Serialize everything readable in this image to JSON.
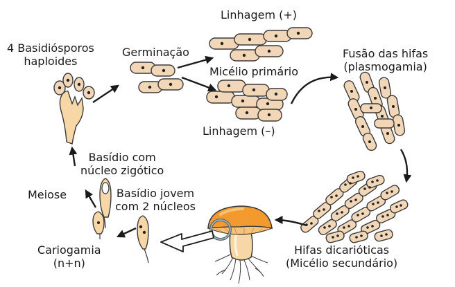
{
  "colors": {
    "cell_fill": "#f1d6b8",
    "outline": "#3a3a3a",
    "arrow": "#1a1a1a",
    "cap_orange": "#f29a2e",
    "cap_light": "#f6c27a",
    "stem": "#f7d7a6"
  },
  "labels": {
    "linhagem_pos": "Linhagem (+)",
    "germinacao": "Germinação",
    "basidiosporos_1": "4 Basidiósporos",
    "basidiosporos_2": "haploides",
    "micelio_primario": "Micélio primário",
    "fusao_1": "Fusão das hifas",
    "fusao_2": "(plasmogamia)",
    "linhagem_neg": "Linhagem (–)",
    "basidio_zig_1": "Basídio com",
    "basidio_zig_2": "núcleo zigótico",
    "meiose": "Meiose",
    "basidio_jovem_1": "Basídio jovem",
    "basidio_jovem_2": "com 2 núcleos",
    "cariogamia_1": "Cariogamia",
    "cariogamia_2": "(n+n)",
    "hifas_dic_1": "Hifas dicarióticas",
    "hifas_dic_2": "(Micélio secundário)"
  }
}
